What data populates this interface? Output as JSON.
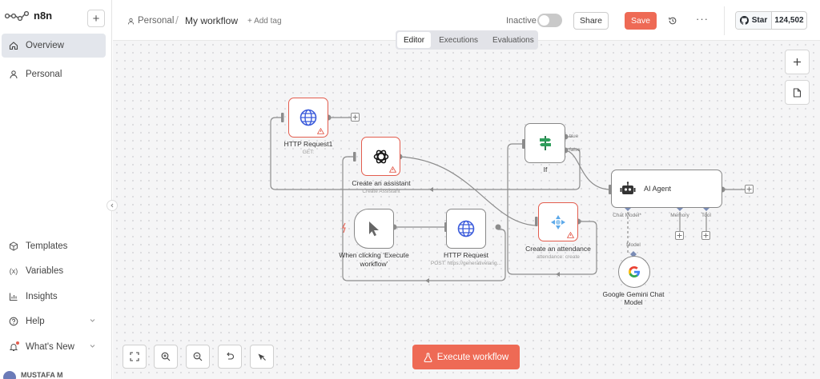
{
  "app": {
    "name": "n8n"
  },
  "sidebar": {
    "add_label": "+",
    "items": [
      {
        "label": "Overview",
        "icon": "home-icon",
        "active": true
      },
      {
        "label": "Personal",
        "icon": "user-icon",
        "active": false
      }
    ],
    "bottom_items": [
      {
        "label": "Templates",
        "icon": "templates-icon"
      },
      {
        "label": "Variables",
        "icon": "variables-icon"
      },
      {
        "label": "Insights",
        "icon": "insights-icon"
      },
      {
        "label": "Help",
        "icon": "help-icon"
      },
      {
        "label": "What's New",
        "icon": "bell-icon"
      }
    ],
    "user": "MUSTAFA M"
  },
  "header": {
    "project": "Personal",
    "separator": "/",
    "workflow_name": "My workflow",
    "add_tag": "+ Add tag",
    "status": "Inactive",
    "share": "Share",
    "save": "Save",
    "more": "···",
    "github": {
      "label": "Star",
      "count": "124,502"
    }
  },
  "tabs": [
    "Editor",
    "Executions",
    "Evaluations"
  ],
  "active_tab": "Editor",
  "nodes": {
    "http1": {
      "title": "HTTP Request1",
      "sub": "GET:"
    },
    "assistant": {
      "title": "Create an assistant",
      "sub": "Create Assistant"
    },
    "if_node": {
      "title": "If",
      "true_label": "true",
      "false_label": "false"
    },
    "agent": {
      "title": "AI Agent",
      "chat_model": "Chat Model*",
      "memory": "Memory",
      "tool": "Tool"
    },
    "trigger": {
      "title_line1": "When clicking ‘Execute",
      "title_line2": "workflow’"
    },
    "http2": {
      "title": "HTTP Request",
      "sub": "POST: https://generativelang..."
    },
    "attendance": {
      "title": "Create an attendance",
      "sub": "attendance: create"
    },
    "gemini": {
      "model_label": "Model",
      "title_line1": "Google Gemini Chat",
      "title_line2": "Model"
    }
  },
  "execute_button": "Execute workflow",
  "colors": {
    "accent": "#ee6a55",
    "node_border": "#888888",
    "error_border": "#e35d4e"
  }
}
